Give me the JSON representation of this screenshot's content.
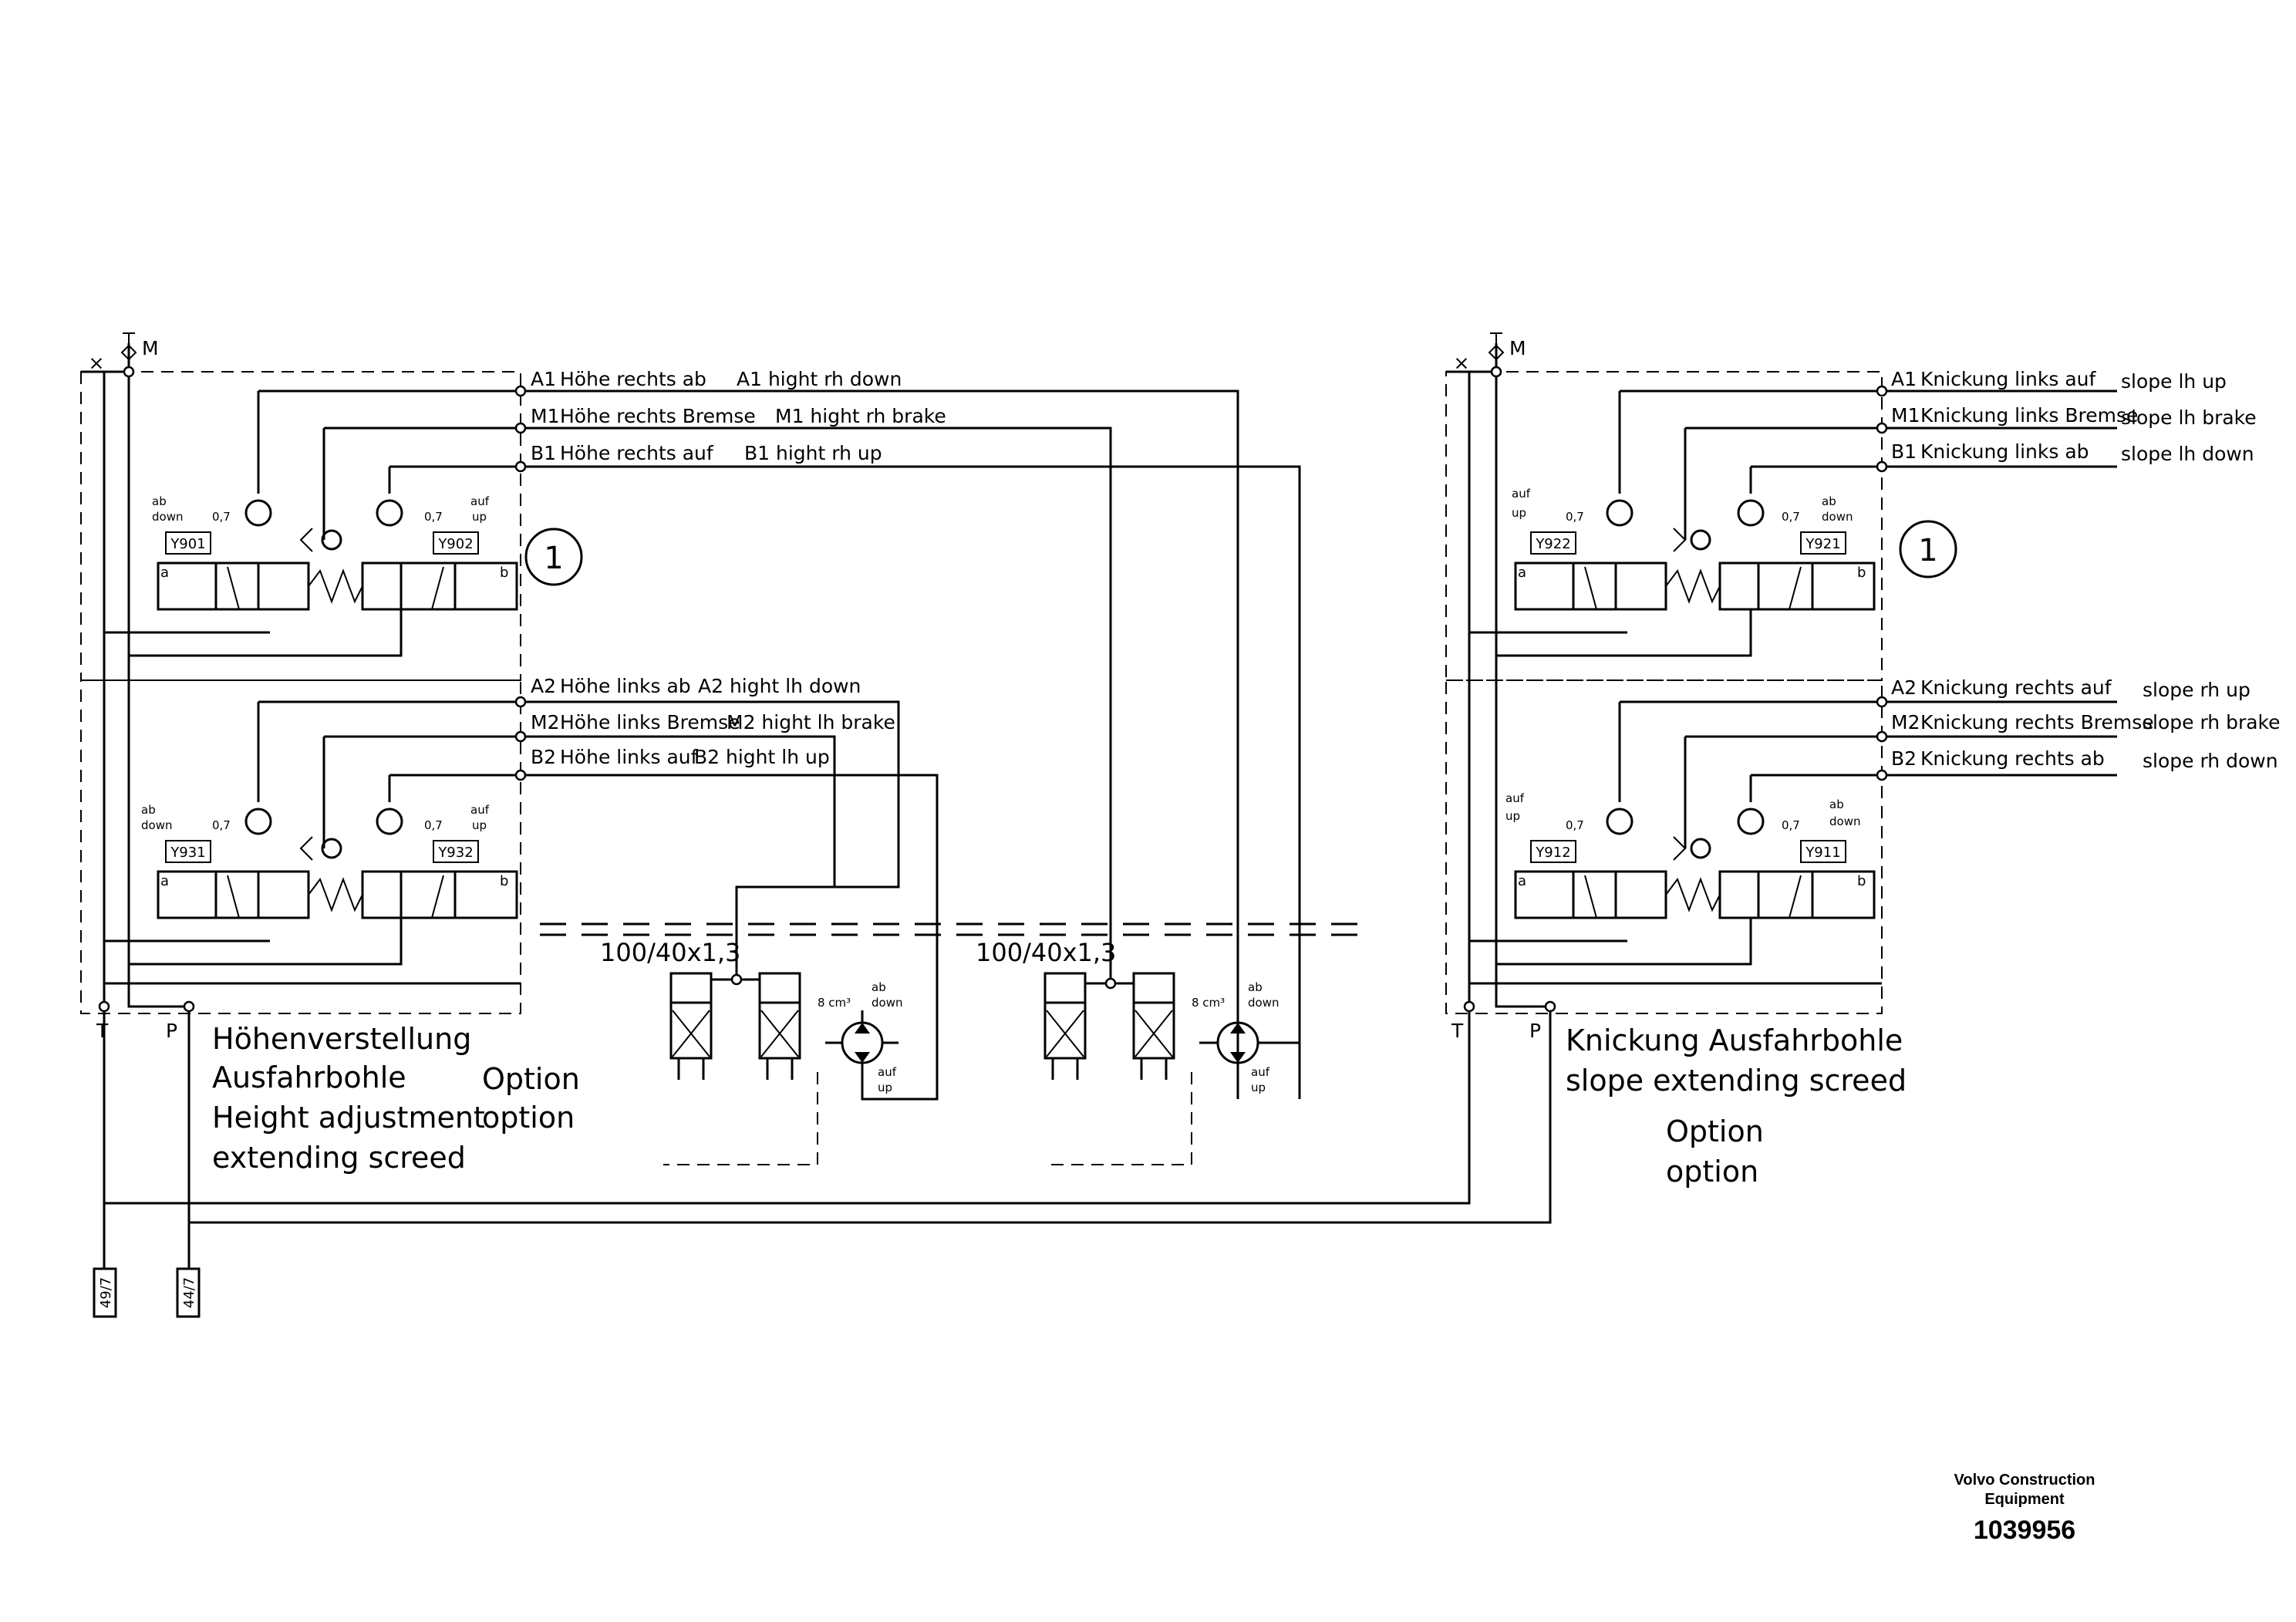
{
  "left_block": {
    "port_m": "M",
    "port_t": "T",
    "port_p": "P",
    "callout": "1",
    "lines": [
      {
        "code": "A1",
        "de": "Höhe rechts ab",
        "en": "A1 hight rh down"
      },
      {
        "code": "M1",
        "de": "Höhe rechts Bremse",
        "en": "M1 hight rh brake"
      },
      {
        "code": "B1",
        "de": "Höhe rechts auf",
        "en": "B1 hight rh up"
      },
      {
        "code": "A2",
        "de": "Höhe links ab",
        "en": "A2 hight lh down"
      },
      {
        "code": "M2",
        "de": "Höhe links Bremse",
        "en": "M2 hight lh brake"
      },
      {
        "code": "B2",
        "de": "Höhe links auf",
        "en": "B2 hight lh up"
      }
    ],
    "valves": {
      "upper_a": "Y901",
      "upper_b": "Y902",
      "lower_a": "Y931",
      "lower_b": "Y932"
    },
    "pressure": "0,7",
    "side_a": "a",
    "side_b": "b",
    "left_dir_de": "ab",
    "left_dir_en": "down",
    "right_dir_de": "auf",
    "right_dir_en": "up",
    "title_lines": [
      "Höhenverstellung",
      "Ausfahrbohle",
      "Height adjustment",
      "extending screed"
    ],
    "option_de": "Option",
    "option_en": "option"
  },
  "right_block": {
    "port_m": "M",
    "port_t": "T",
    "port_p": "P",
    "callout": "1",
    "lines": [
      {
        "code": "A1",
        "de": "Knickung links auf",
        "en": "slope lh up"
      },
      {
        "code": "M1",
        "de": "Knickung links Bremse",
        "en": "slope lh brake"
      },
      {
        "code": "B1",
        "de": "Knickung links ab",
        "en": "slope lh down"
      },
      {
        "code": "A2",
        "de": "Knickung rechts auf",
        "en": "slope rh up"
      },
      {
        "code": "M2",
        "de": "Knickung rechts Bremse",
        "en": "slope rh brake"
      },
      {
        "code": "B2",
        "de": "Knickung rechts ab",
        "en": "slope rh down"
      }
    ],
    "valves": {
      "upper_a": "Y922",
      "upper_b": "Y921",
      "lower_a": "Y912",
      "lower_b": "Y911"
    },
    "pressure": "0,7",
    "side_a": "a",
    "side_b": "b",
    "left_dir_de": "auf",
    "left_dir_en": "up",
    "right_dir_de": "ab",
    "right_dir_en": "down",
    "title_lines": [
      "Knickung Ausfahrbohle",
      "slope extending screed"
    ],
    "option_de": "Option",
    "option_en": "option"
  },
  "cylinders": {
    "spec_left": "100/40x1,3",
    "spec_right": "100/40x1,3",
    "motor_displacement": "8 cm³",
    "motor_dir_down_de": "ab",
    "motor_dir_down_en": "down",
    "motor_dir_up_de": "auf",
    "motor_dir_up_en": "up"
  },
  "connectors": [
    "49/7",
    "44/7"
  ],
  "footer": {
    "company_line1": "Volvo Construction",
    "company_line2": "Equipment",
    "doc_number": "1039956"
  }
}
